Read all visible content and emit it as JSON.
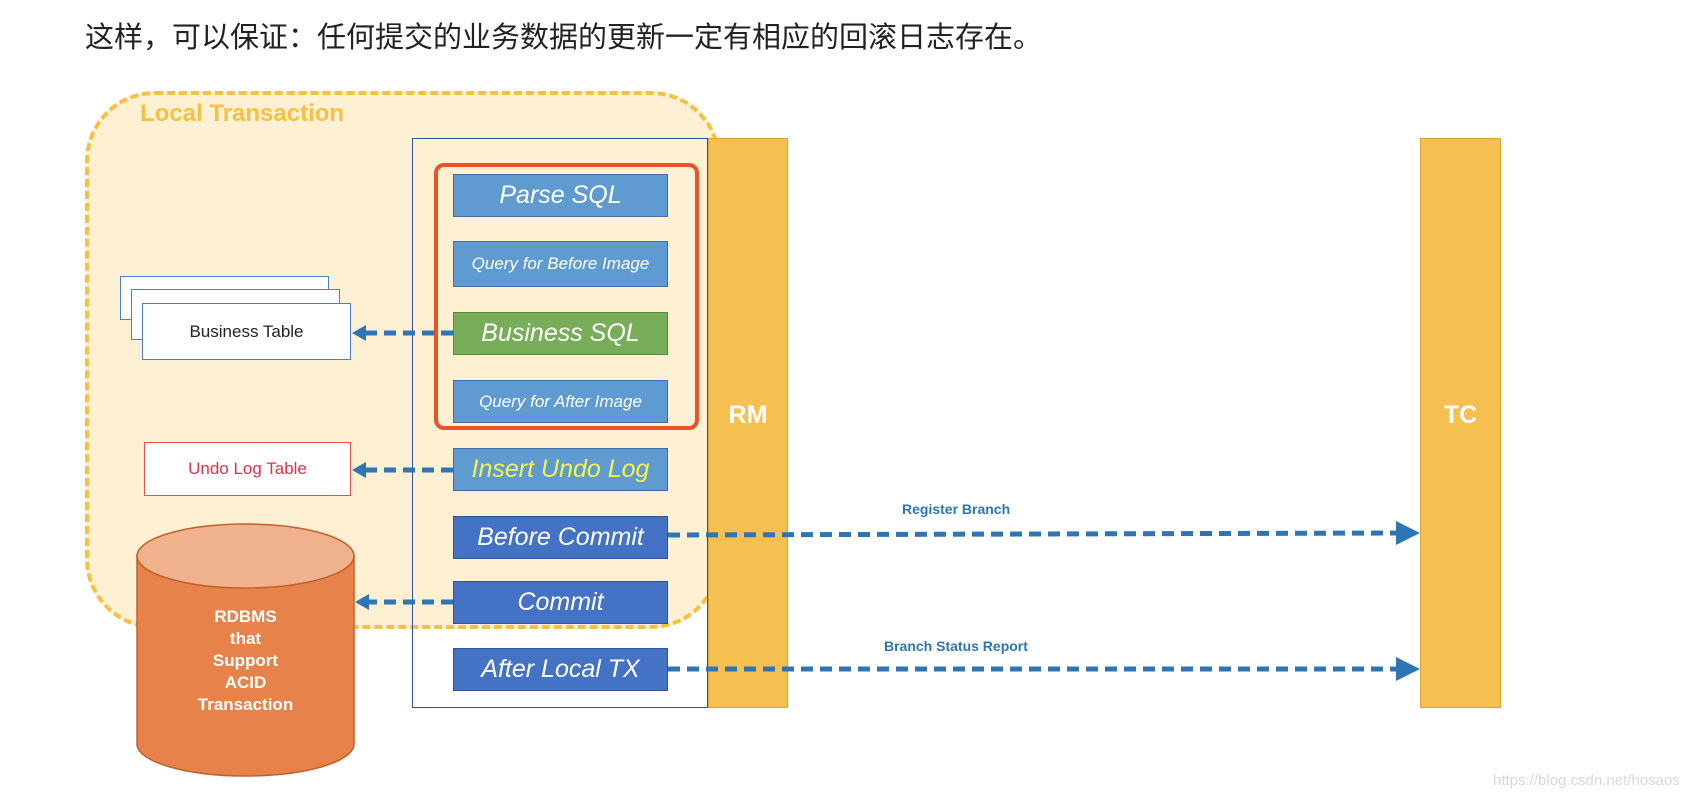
{
  "heading": "这样，可以保证：任何提交的业务数据的更新一定有相应的回滚日志存在。",
  "diagram": {
    "local_transaction_label": "Local Transaction",
    "rm_label": "RM",
    "tc_label": "TC",
    "steps": [
      {
        "label": "Parse SQL",
        "style": "light"
      },
      {
        "label": "Query for Before Image",
        "style": "light"
      },
      {
        "label": "Business SQL",
        "style": "green"
      },
      {
        "label": "Query for After Image",
        "style": "light"
      },
      {
        "label": "Insert Undo Log",
        "style": "light",
        "text_color": "#f4f44a"
      },
      {
        "label": "Before Commit",
        "style": "dark"
      },
      {
        "label": "Commit",
        "style": "dark"
      },
      {
        "label": "After Local TX",
        "style": "dark"
      }
    ],
    "business_table": "Business Table",
    "undo_log_table": "Undo Log Table",
    "database": [
      "RDBMS",
      "that",
      "Support",
      "ACID",
      "Transaction"
    ],
    "register_branch": "Register Branch",
    "branch_status_report": "Branch Status Report",
    "colors": {
      "local_fill": "#fdf0d3",
      "local_border": "#f6c043",
      "highlight_border": "#e8532a",
      "arrow": "#2e75b6",
      "bar": "#f5c050",
      "database": "#e6824a"
    }
  },
  "watermark": "https://blog.csdn.net/hosaos"
}
